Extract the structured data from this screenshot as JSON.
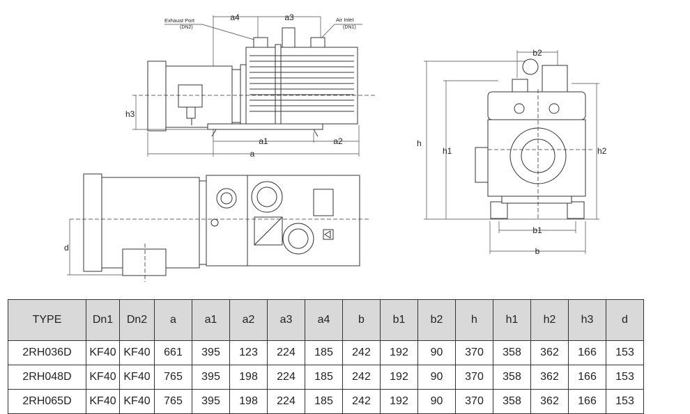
{
  "drawing": {
    "side_view": {
      "exhaust_port_label": "Exhaust Port",
      "exhaust_port_code": "(DN2)",
      "air_inlet_label": "Air Inlet",
      "air_inlet_code": "(DN1)",
      "dims": [
        "a4",
        "a3",
        "a1",
        "a2",
        "a",
        "h3"
      ]
    },
    "top_view": {
      "dims": [
        "d"
      ]
    },
    "end_view": {
      "dims": [
        "b2",
        "h",
        "h1",
        "h2",
        "b1",
        "b"
      ]
    }
  },
  "table": {
    "headers": [
      "TYPE",
      "Dn1",
      "Dn2",
      "a",
      "a1",
      "a2",
      "a3",
      "a4",
      "b",
      "b1",
      "b2",
      "h",
      "h1",
      "h2",
      "h3",
      "d"
    ],
    "rows": [
      [
        "2RH036D",
        "KF40",
        "KF40",
        "661",
        "395",
        "123",
        "224",
        "185",
        "242",
        "192",
        "90",
        "370",
        "358",
        "362",
        "166",
        "153"
      ],
      [
        "2RH048D",
        "KF40",
        "KF40",
        "765",
        "395",
        "198",
        "224",
        "185",
        "242",
        "192",
        "90",
        "370",
        "358",
        "362",
        "166",
        "153"
      ],
      [
        "2RH065D",
        "KF40",
        "KF40",
        "765",
        "395",
        "198",
        "224",
        "185",
        "242",
        "192",
        "90",
        "370",
        "358",
        "362",
        "166",
        "153"
      ]
    ]
  }
}
